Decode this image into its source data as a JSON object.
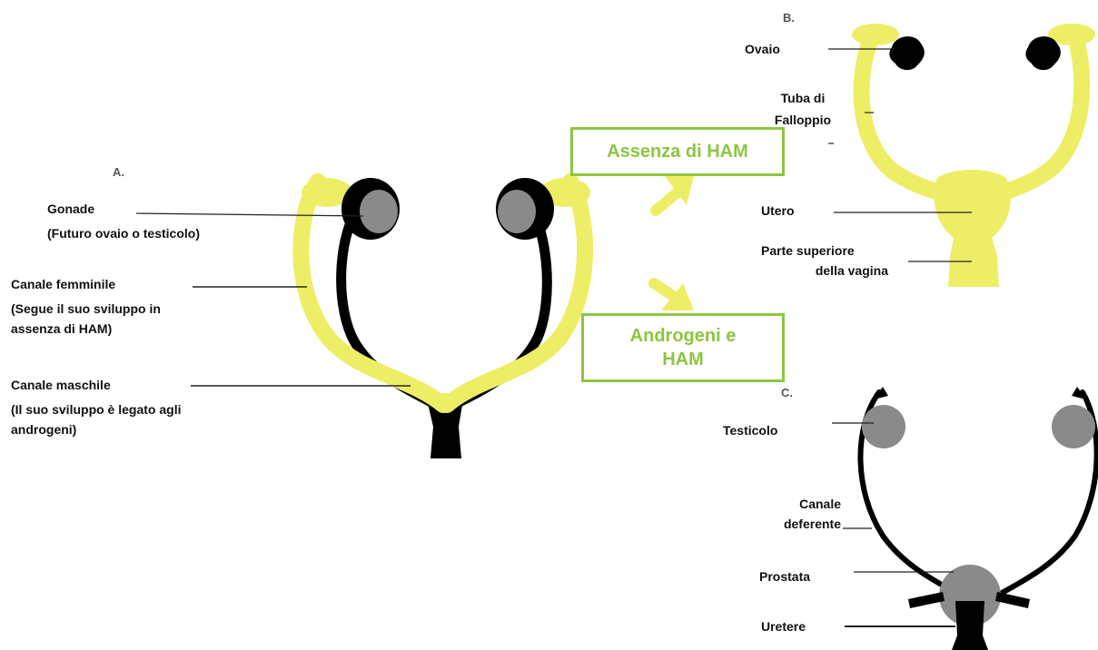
{
  "panels": {
    "a": "A.",
    "b": "B.",
    "c": "C."
  },
  "labels_a": {
    "gonade_1": "Gonade",
    "gonade_2": "(Futuro ovaio o testicolo)",
    "femminile_1": "Canale femminile",
    "femminile_2": "(Segue il suo sviluppo in",
    "femminile_3": "assenza di HAM)",
    "maschile_1": "Canale maschile",
    "maschile_2": "(Il suo sviluppo è legato agli",
    "maschile_3": "androgeni)"
  },
  "labels_b": {
    "ovaio": "Ovaio",
    "tuba_1": "Tuba di",
    "tuba_2": "Falloppio",
    "utero": "Utero",
    "vagina_1": "Parte superiore",
    "vagina_2": "della vagina"
  },
  "labels_c": {
    "testicolo": "Testicolo",
    "deferente_1": "Canale",
    "deferente_2": "deferente",
    "prostata": "Prostata",
    "uretere": "Uretere"
  },
  "boxes": {
    "assenza": "Assenza di HAM",
    "androgeni_1": "Androgeni e",
    "androgeni_2": "HAM"
  },
  "colors": {
    "yellow_duct": "#eeee66",
    "black_duct": "#000000",
    "gonad_gray": "#8a8a8a",
    "green_accent": "#8cc63f"
  }
}
